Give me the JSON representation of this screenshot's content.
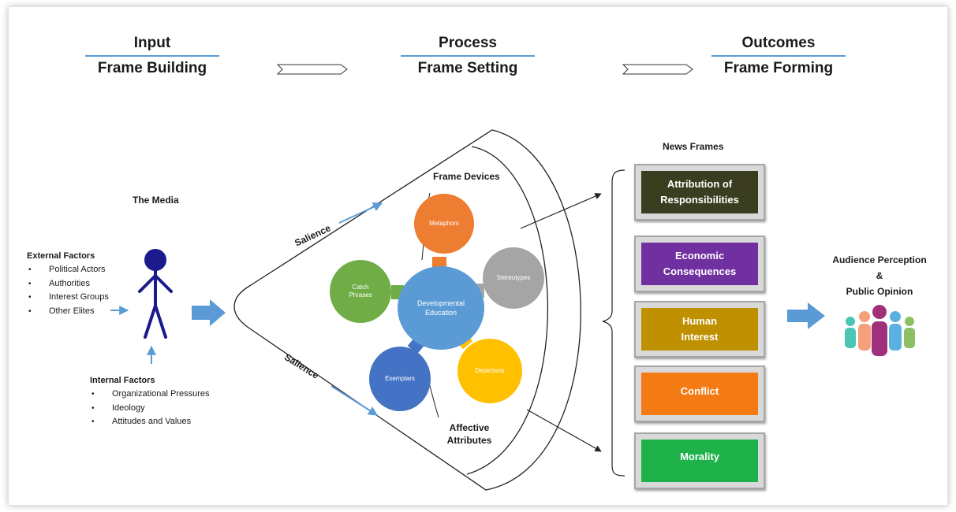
{
  "stages": [
    {
      "top": "Input",
      "bottom": "Frame Building"
    },
    {
      "top": "Process",
      "bottom": "Frame Setting"
    },
    {
      "top": "Outcomes",
      "bottom": "Frame Forming"
    }
  ],
  "media": {
    "title": "The Media",
    "external_title": "External Factors",
    "external_items": [
      "Political Actors",
      "Authorities",
      "Interest Groups",
      "Other Elites"
    ],
    "internal_title": "Internal Factors",
    "internal_items": [
      "Organizational Pressures",
      "Ideology",
      "Attitudes and Values"
    ]
  },
  "process": {
    "frame_devices": "Frame Devices",
    "affective_line1": "Affective",
    "affective_line2": "Attributes",
    "salience_top": "Salience",
    "salience_bottom": "Salience",
    "center_line1": "Developmental",
    "center_line2": "Education",
    "circles": {
      "metaphors": "Metaphors",
      "stereotypes": "Stereotypes",
      "depictions": "Depictions",
      "exemplars": "Exemplars",
      "catch_line1": "Catch",
      "catch_line2": "Phrases"
    }
  },
  "news_frames": {
    "title": "News Frames",
    "items": [
      {
        "line1": "Attribution of",
        "line2": "Responsibilities",
        "color": "#3a3d1f"
      },
      {
        "line1": "Economic",
        "line2": "Consequences",
        "color": "#7030a0"
      },
      {
        "line1": "Human",
        "line2": "Interest",
        "color": "#bf9000"
      },
      {
        "line1": "Conflict",
        "line2": "",
        "color": "#f47a14"
      },
      {
        "line1": "Morality",
        "line2": "",
        "color": "#1fb24a"
      }
    ]
  },
  "audience": {
    "line1": "Audience Perception",
    "line2": "&",
    "line3": "Public Opinion"
  },
  "colors": {
    "accent_line": "#5b9bd5",
    "metaphors": "#ed7d31",
    "stereotypes": "#a5a5a5",
    "depictions": "#ffc000",
    "exemplars": "#4472c4",
    "catch_phrases": "#70ad47",
    "center": "#5b9bd5",
    "stick_figure": "#1a1a8c"
  }
}
